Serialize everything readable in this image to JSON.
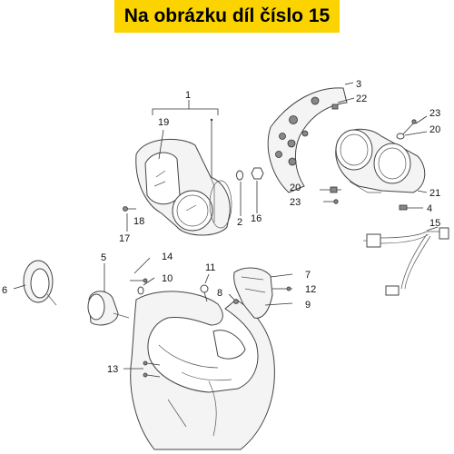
{
  "header": {
    "title": "Na obrázku díl číslo 15"
  },
  "colors": {
    "banner": "#fbd400",
    "text": "#000000"
  },
  "callouts": {
    "c1": "1",
    "c2": "2",
    "c3": "3",
    "c4": "4",
    "c5": "5",
    "c6": "6",
    "c7": "7",
    "c8": "8",
    "c9": "9",
    "c10": "10",
    "c11": "11",
    "c12": "12",
    "c13": "13",
    "c14": "14",
    "c15": "15",
    "c16": "16",
    "c17": "17",
    "c18": "18",
    "c19": "19",
    "c20a": "20",
    "c20b": "20",
    "c21": "21",
    "c22": "22",
    "c23a": "23",
    "c23b": "23"
  }
}
